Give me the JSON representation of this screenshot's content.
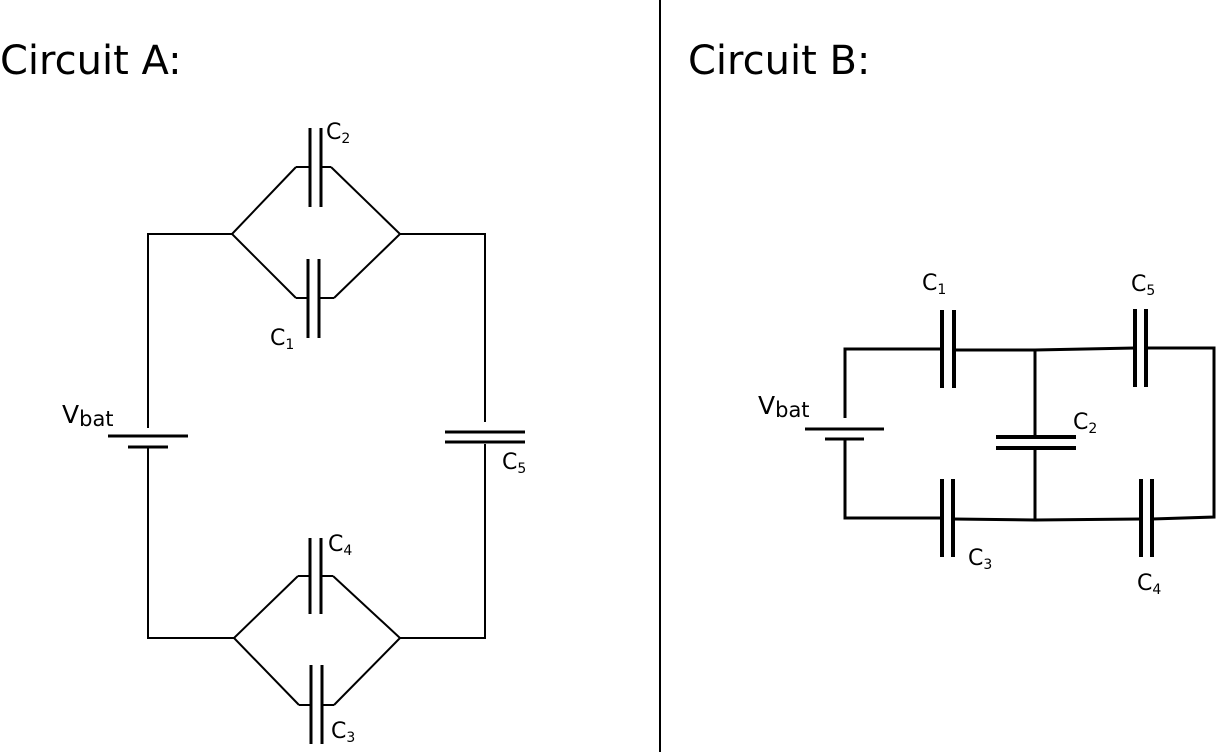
{
  "titles": {
    "a": "Circuit A:",
    "b": "Circuit B:"
  },
  "battery": {
    "main": "V",
    "sub": "bat"
  },
  "caps": {
    "c1": {
      "main": "C",
      "sub": "1"
    },
    "c2": {
      "main": "C",
      "sub": "2"
    },
    "c3": {
      "main": "C",
      "sub": "3"
    },
    "c4": {
      "main": "C",
      "sub": "4"
    },
    "c5": {
      "main": "C",
      "sub": "5"
    }
  }
}
